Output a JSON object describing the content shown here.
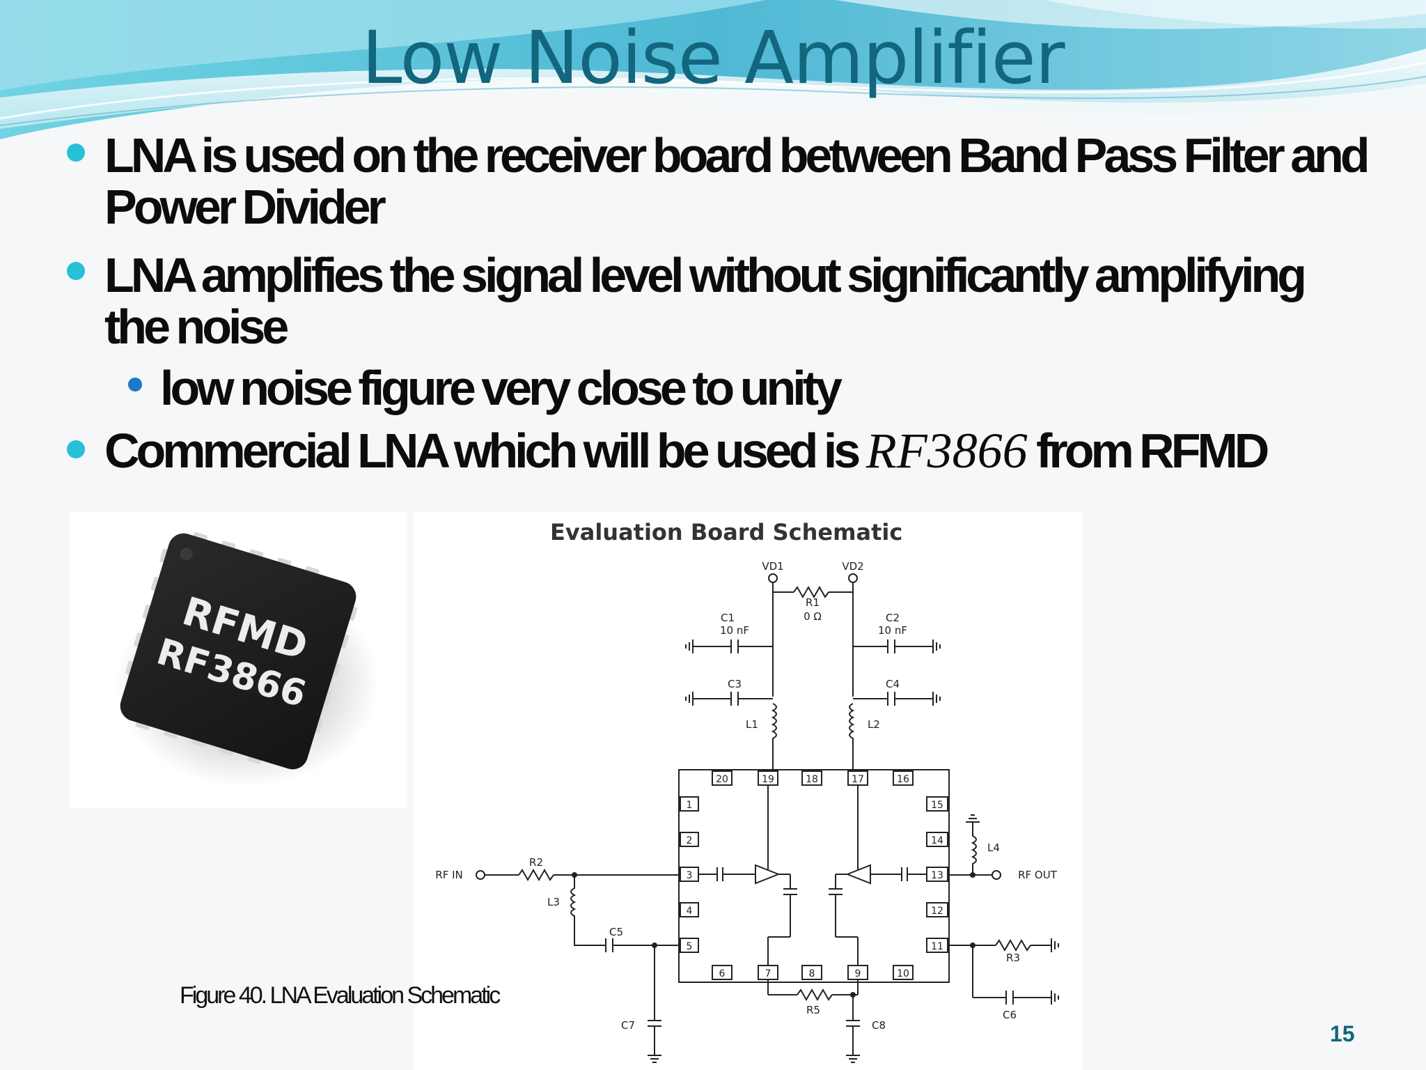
{
  "slide": {
    "title": "Low Noise Amplifier",
    "page_number": "15",
    "bullets": [
      {
        "line1": "LNA is used on the receiver board between Band Pass Filter and",
        "line2": "Power Divider"
      },
      {
        "line1": "LNA amplifies the signal level without significantly amplifying",
        "line2": "the noise"
      },
      {
        "text": "low noise figure very close to unity"
      },
      {
        "prefix": "Commercial LNA which will be used is ",
        "part_number": "RF3866",
        "suffix": " from RFMD"
      }
    ],
    "chip": {
      "line1": "RFMD",
      "line2": "RF3866"
    },
    "schematic": {
      "title": "Evaluation Board Schematic",
      "labels": {
        "vd1": "VD1",
        "vd2": "VD2",
        "r1": "R1",
        "r1_val": "0 Ω",
        "c1": "C1",
        "c1_val": "10 nF",
        "c2": "C2",
        "c2_val": "10 nF",
        "c3": "C3",
        "c4": "C4",
        "l1": "L1",
        "l2": "L2",
        "l3": "L3",
        "l4": "L4",
        "r2": "R2",
        "r3": "R3",
        "r5": "R5",
        "c5": "C5",
        "c6": "C6",
        "c7": "C7",
        "c8": "C8",
        "rf_in": "RF IN",
        "rf_out": "RF OUT"
      },
      "pins": {
        "p1": "1",
        "p2": "2",
        "p3": "3",
        "p4": "4",
        "p5": "5",
        "p6": "6",
        "p7": "7",
        "p8": "8",
        "p9": "9",
        "p10": "10",
        "p11": "11",
        "p12": "12",
        "p13": "13",
        "p14": "14",
        "p15": "15",
        "p16": "16",
        "p17": "17",
        "p18": "18",
        "p19": "19",
        "p20": "20"
      }
    },
    "figure_caption": "Figure 40. LNA Evaluation Schematic"
  },
  "colors": {
    "title": "#12667d",
    "bullet_primary": "#27c0d6",
    "bullet_secondary": "#1d78c8",
    "chip_body": "#1b1b1d"
  }
}
